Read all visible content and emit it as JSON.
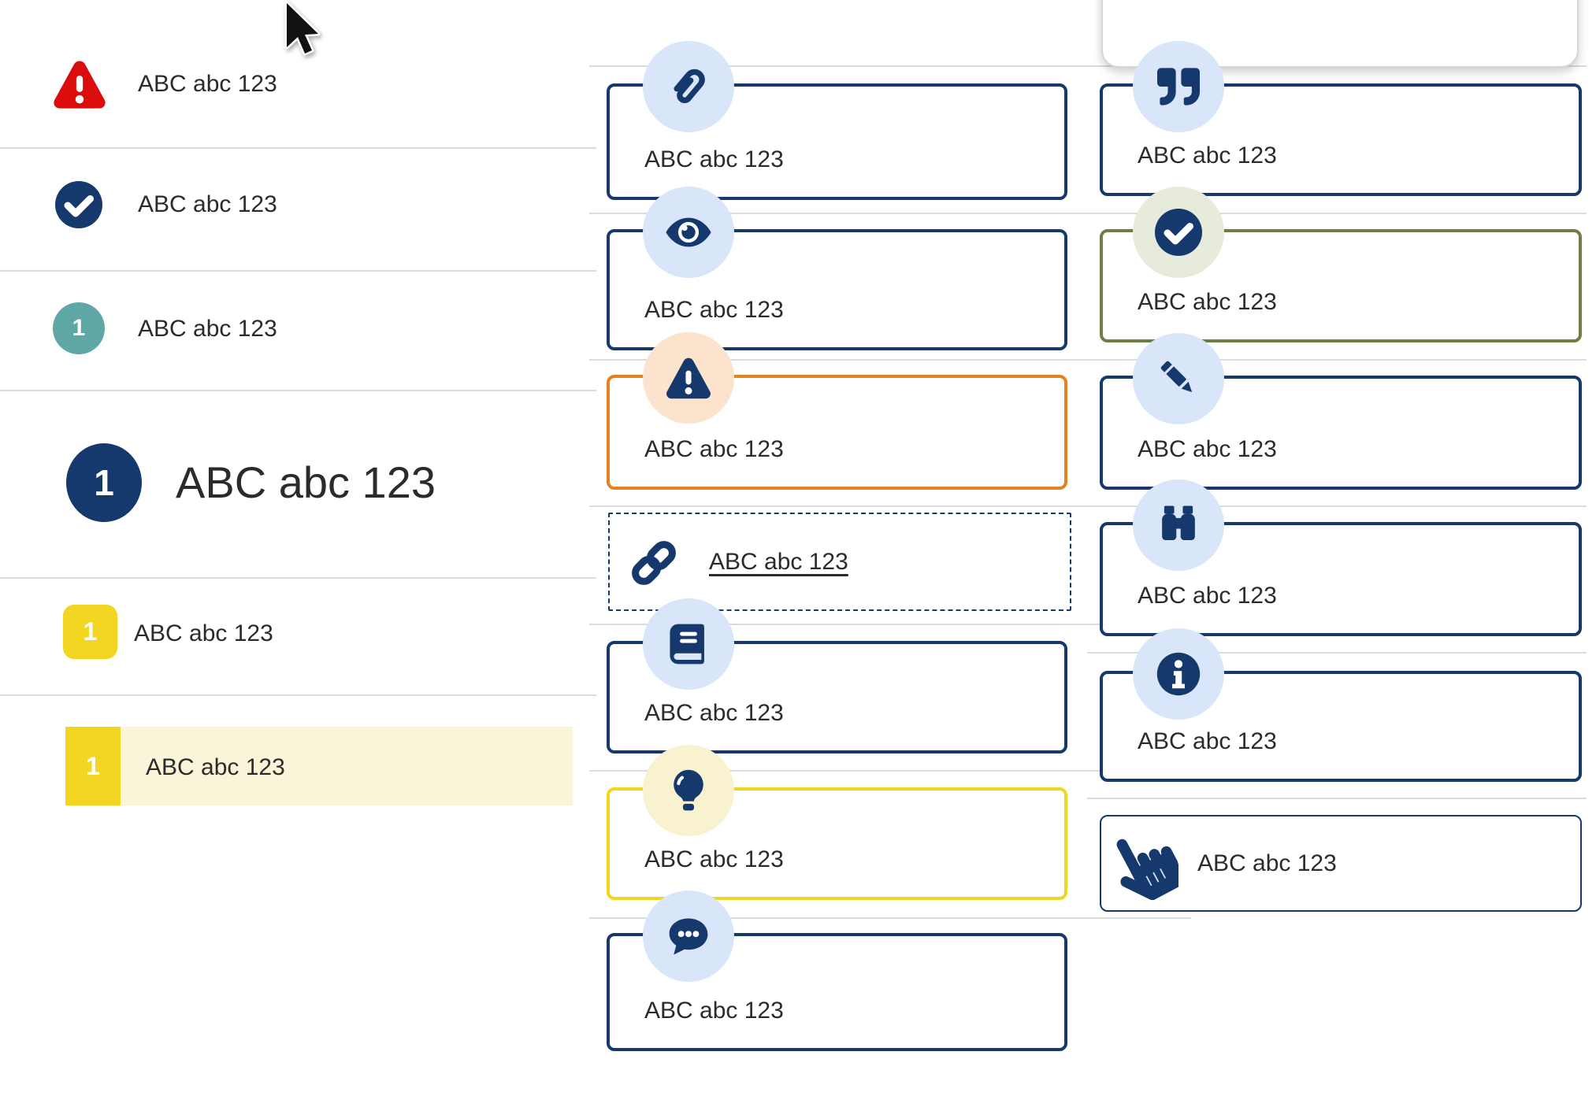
{
  "left": {
    "items": [
      {
        "icon": "alert-triangle-icon",
        "label": "ABC abc 123"
      },
      {
        "icon": "check-circle-icon",
        "label": "ABC abc 123"
      },
      {
        "icon": "number-badge-teal",
        "number": "1",
        "label": "ABC abc 123"
      },
      {
        "icon": "number-badge-navy-large",
        "number": "1",
        "label": "ABC abc 123"
      },
      {
        "icon": "number-tag-yellow",
        "number": "1",
        "label": "ABC abc 123"
      },
      {
        "icon": "number-tab-yellow-highlighted",
        "number": "1",
        "label": "ABC abc 123",
        "highlighted": true
      }
    ]
  },
  "middle": {
    "items": [
      {
        "icon": "paperclip-icon",
        "label": "ABC abc 123",
        "style": "navy"
      },
      {
        "icon": "eye-icon",
        "label": "ABC abc 123",
        "style": "navy"
      },
      {
        "icon": "warning-icon",
        "label": "ABC abc 123",
        "style": "orange"
      },
      {
        "icon": "link-icon",
        "label": "ABC abc 123",
        "style": "dashed-link"
      },
      {
        "icon": "book-icon",
        "label": "ABC abc 123",
        "style": "navy"
      },
      {
        "icon": "lightbulb-icon",
        "label": "ABC abc 123",
        "style": "yellow"
      },
      {
        "icon": "speech-bubble-icon",
        "label": "ABC abc 123",
        "style": "navy"
      }
    ]
  },
  "right": {
    "items": [
      {
        "icon": "quote-icon",
        "label": "ABC abc 123",
        "style": "navy"
      },
      {
        "icon": "check-icon",
        "label": "ABC abc 123",
        "style": "green"
      },
      {
        "icon": "pencil-icon",
        "label": "ABC abc 123",
        "style": "navy"
      },
      {
        "icon": "binoculars-icon",
        "label": "ABC abc 123",
        "style": "navy"
      },
      {
        "icon": "info-icon",
        "label": "ABC abc 123",
        "style": "navy"
      },
      {
        "icon": "hand-pointer-icon",
        "label": "ABC abc 123",
        "style": "navy-thin"
      }
    ]
  },
  "colors": {
    "navy": "#15386d",
    "red": "#da0c0c",
    "teal": "#5ea7a5",
    "yellow": "#f2d622",
    "yellow_border": "#eed71c",
    "pale_yellow_row": "#faf5d8",
    "orange": "#e5811e",
    "olive_green": "#6f7e44",
    "light_blue_circle": "#d9e5f8",
    "peach_circle": "#fbe3cd",
    "pale_yellow_circle": "#f9f2cf",
    "pale_green_circle": "#e6ebdb",
    "divider_gray": "#dbdbdb",
    "text": "#2b2b2b"
  }
}
